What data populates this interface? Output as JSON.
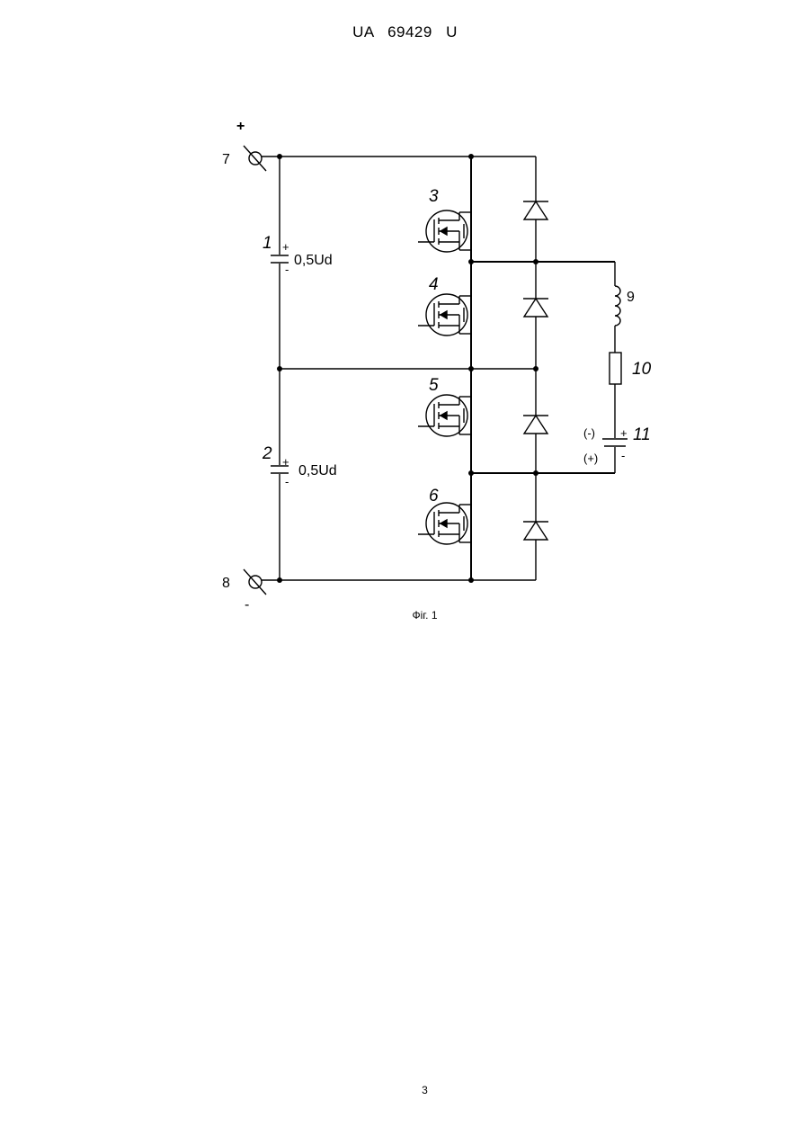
{
  "header": {
    "doc_prefix": "UA",
    "doc_number": "69429",
    "doc_kind": "U"
  },
  "figure": {
    "caption": "Фіг. 1",
    "terminals": {
      "t7": {
        "number": "7",
        "polarity": "+"
      },
      "t8": {
        "number": "8",
        "polarity": "-"
      }
    },
    "capacitors": [
      {
        "number": "1",
        "value": "0,5Ud",
        "plus": "+",
        "minus": "-"
      },
      {
        "number": "2",
        "value": "0,5Ud",
        "plus": "+",
        "minus": "-"
      }
    ],
    "transistors": [
      "3",
      "4",
      "5",
      "6"
    ],
    "inductor": "9",
    "resistor": "10",
    "battery": {
      "number": "11",
      "neg_label": "(-)",
      "pos_label": "(+)",
      "plus": "+",
      "minus": "-"
    }
  },
  "footer": {
    "page_number": "3"
  }
}
